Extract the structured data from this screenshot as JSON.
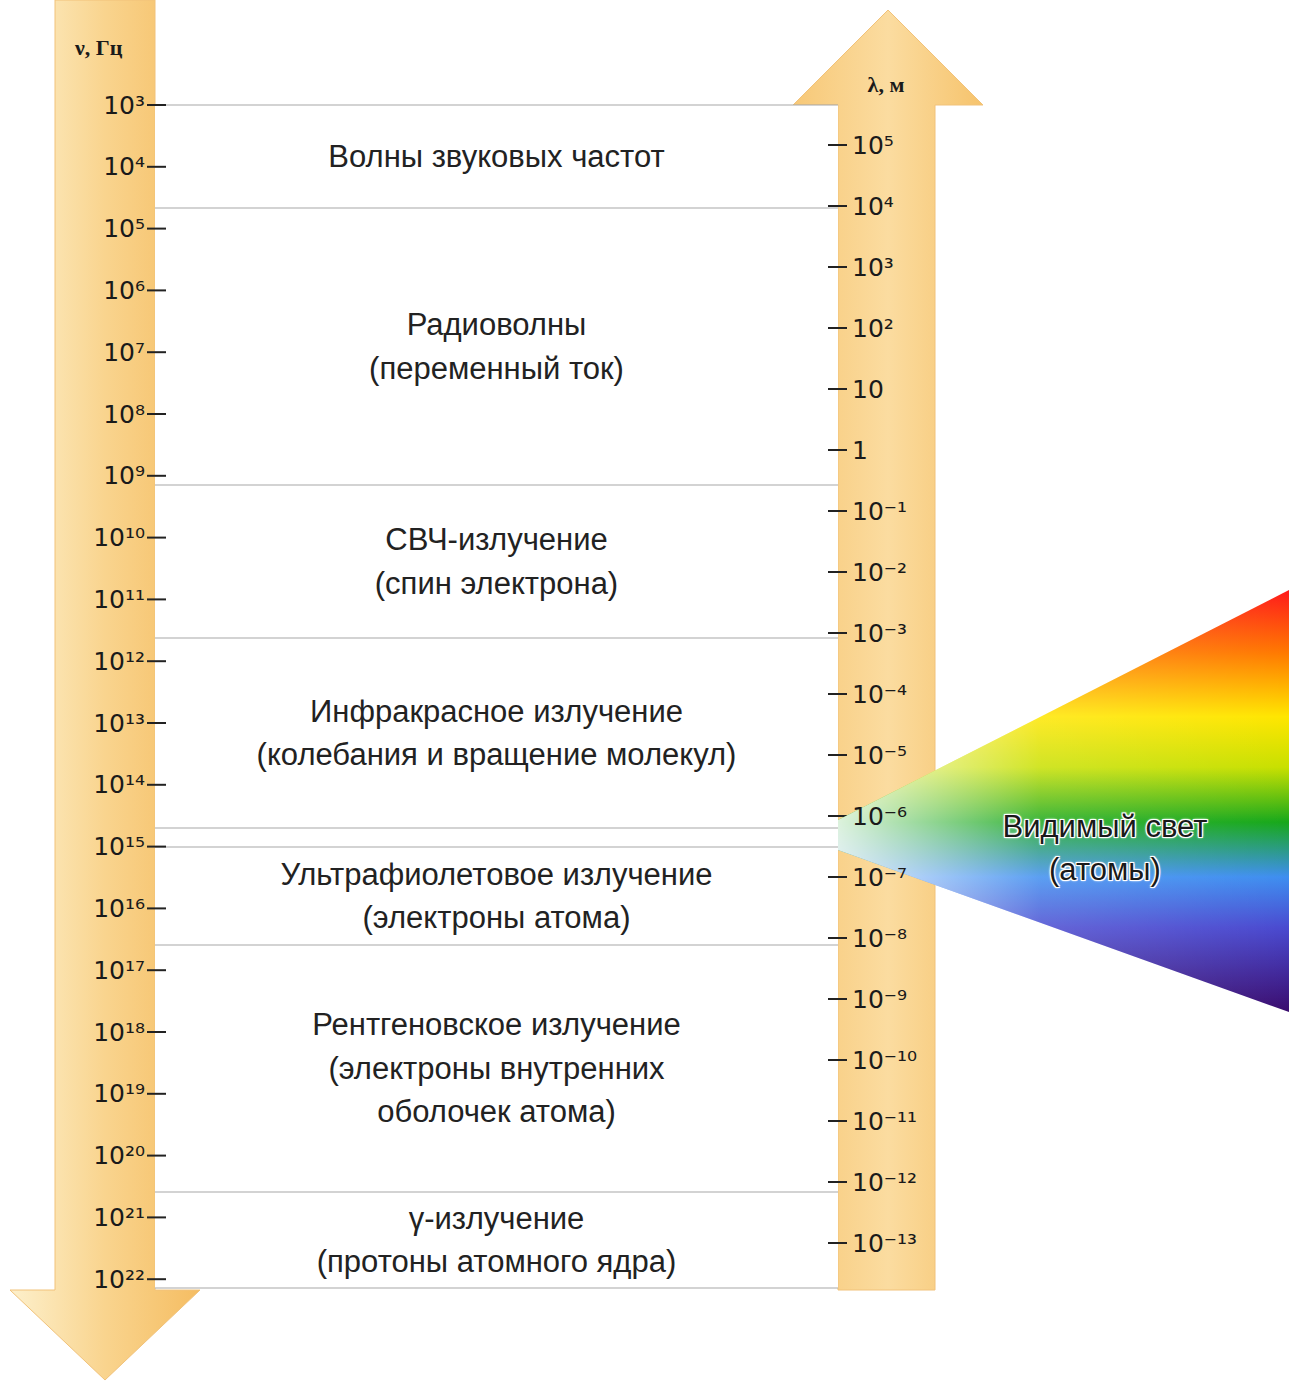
{
  "diagram": {
    "nodes": [
      {
        "text": [
          "Волны звуковых частот"
        ]
      },
      {
        "text": [
          "Радиоволны",
          "(переменный ток)"
        ]
      },
      {
        "text": [
          "СВЧ-излучение",
          "(спин электрона)"
        ]
      },
      {
        "text": [
          "Инфракрасное излучение",
          "(колебания и вращение молекул)"
        ]
      },
      {
        "text": [
          "Видимый свет",
          "(атомы)"
        ]
      },
      {
        "text": [
          "Ультрафиолетовое излучение",
          "(электроны атома)"
        ]
      },
      {
        "text": [
          "Рентгеновское излучение",
          "(электроны внутренних оболочек атома)"
        ]
      },
      {
        "text": [
          "γ-излучение",
          "(протоны атомного ядра)"
        ]
      }
    ],
    "labels": [
      "ν, Гц",
      "10³",
      "10⁴",
      "10⁵",
      "10⁶",
      "10⁷",
      "10⁸",
      "10⁹",
      "10¹⁰",
      "10¹¹",
      "10¹²",
      "10¹³",
      "10¹⁴",
      "10¹⁵",
      "10¹⁶",
      "10¹⁷",
      "10¹⁸",
      "10¹⁹",
      "10²⁰",
      "10²¹",
      "10²²",
      "λ, м",
      "10⁵",
      "10⁴",
      "10³",
      "10²",
      "10",
      "1",
      "10⁻¹",
      "10⁻²",
      "10⁻³",
      "10⁻⁴",
      "10⁻⁵",
      "10⁻⁶",
      "10⁻⁷",
      "10⁻⁸",
      "10⁻⁹",
      "10⁻¹⁰",
      "10⁻¹¹",
      "10⁻¹²",
      "10⁻¹³"
    ]
  }
}
